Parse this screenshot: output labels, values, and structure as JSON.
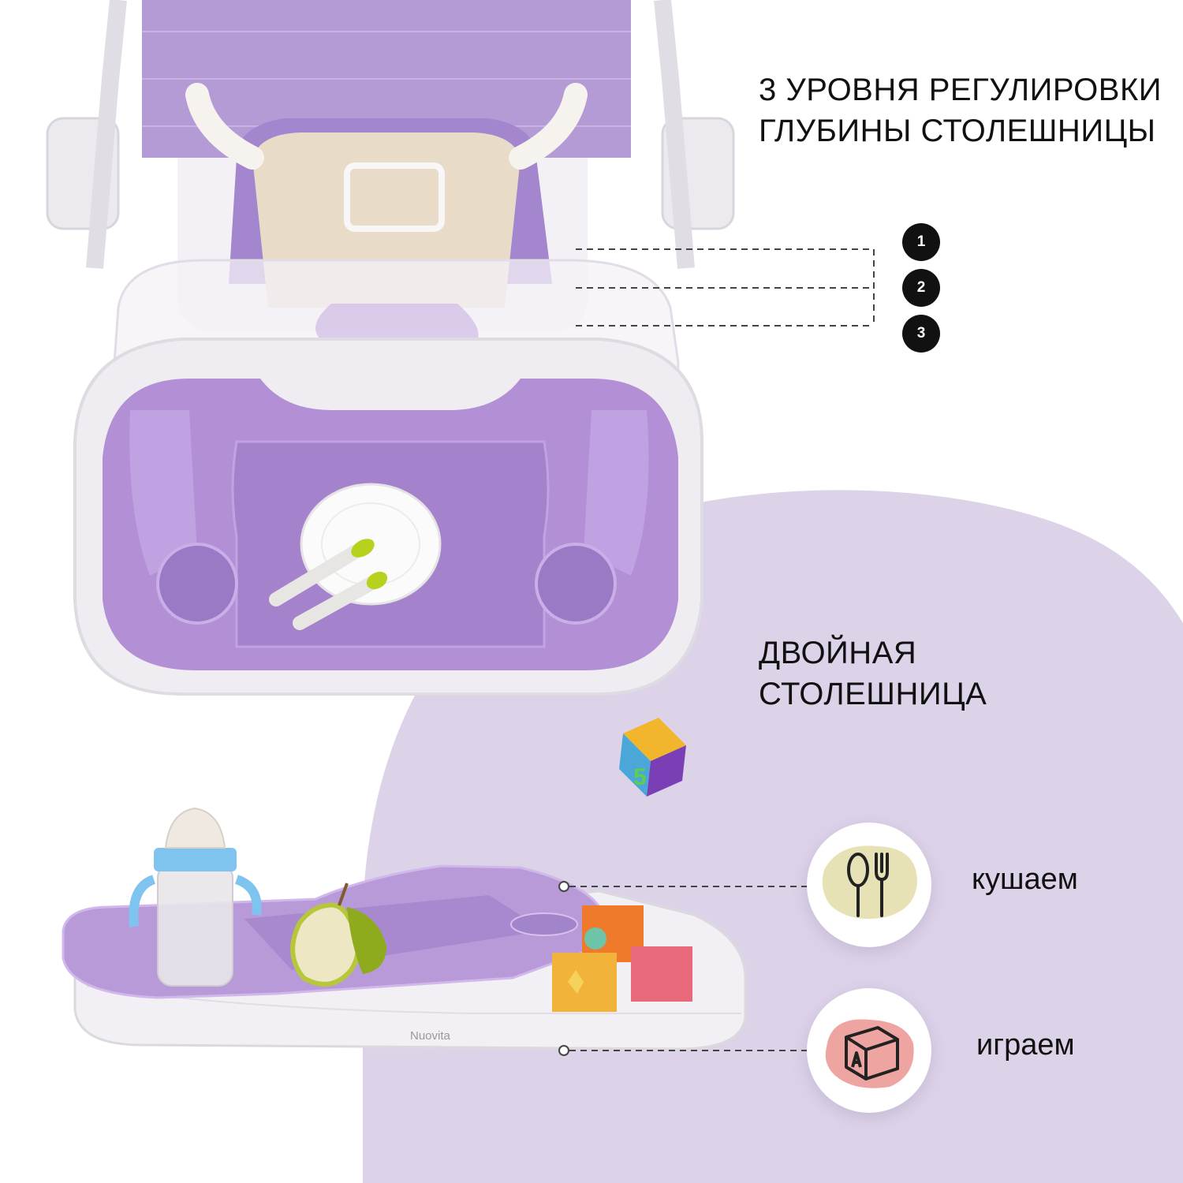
{
  "headings": {
    "depth_levels": [
      "3 УРОВНЯ РЕГУЛИРОВКИ",
      "ГЛУБИНЫ СТОЛЕШНИЦЫ"
    ],
    "double_tray": [
      "ДВОЙНАЯ",
      "СТОЛЕШНИЦА"
    ]
  },
  "levels": [
    "1",
    "2",
    "3"
  ],
  "features": [
    {
      "label": "кушаем",
      "icon": "fork-spoon-icon",
      "color": "#e7e2b6"
    },
    {
      "label": "играем",
      "icon": "toy-block-icon",
      "color": "#eea4a1"
    }
  ],
  "brand": "Nuovita",
  "cube_number": "5",
  "colors": {
    "accent_purple": "#b38fd6",
    "background_lilac": "#ddd3e9",
    "tray_white": "#f2f0f4"
  }
}
